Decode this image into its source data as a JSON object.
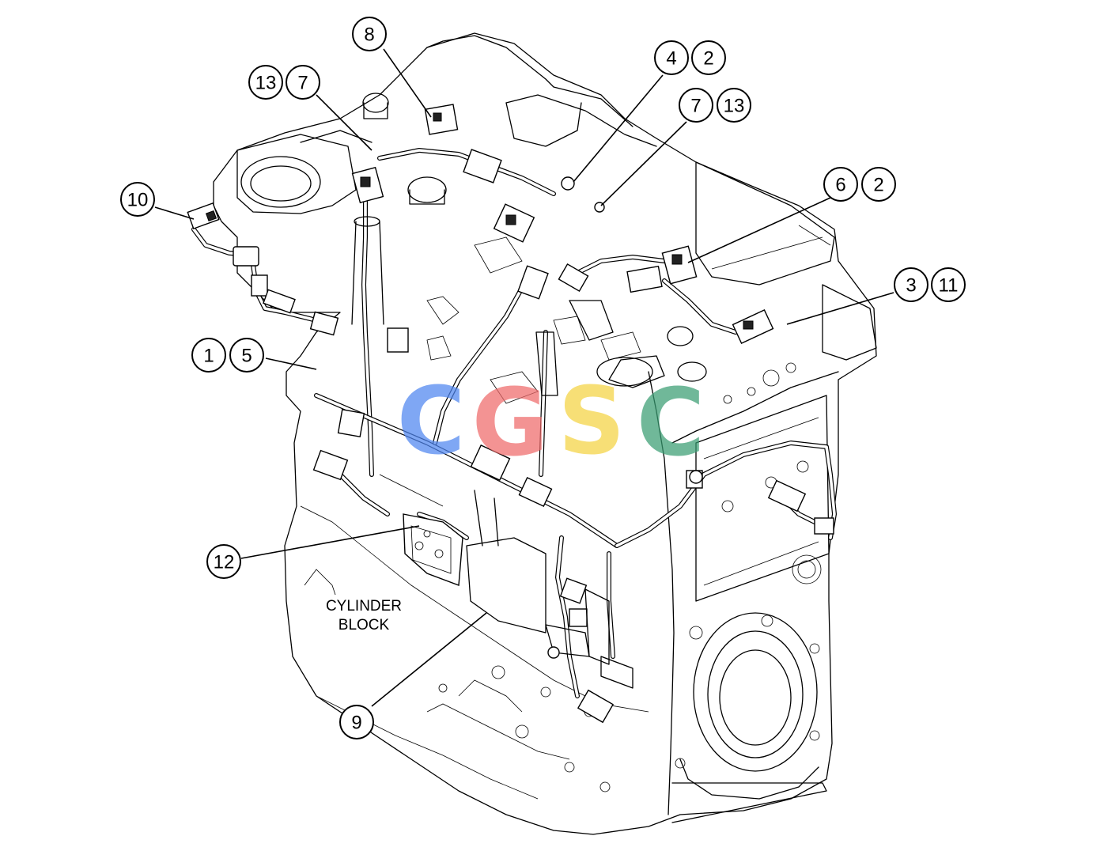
{
  "figure": {
    "labels": {
      "cylinder_block": [
        "CYLINDER",
        "BLOCK"
      ]
    },
    "callouts": [
      {
        "id": "c8",
        "numbers": [
          "8"
        ]
      },
      {
        "id": "c13-7",
        "numbers": [
          "13",
          "7"
        ]
      },
      {
        "id": "c4-2",
        "numbers": [
          "4",
          "2"
        ]
      },
      {
        "id": "c7-13",
        "numbers": [
          "7",
          "13"
        ]
      },
      {
        "id": "c10",
        "numbers": [
          "10"
        ]
      },
      {
        "id": "c6-2",
        "numbers": [
          "6",
          "2"
        ]
      },
      {
        "id": "c3-11",
        "numbers": [
          "3",
          "11"
        ]
      },
      {
        "id": "c1-5",
        "numbers": [
          "1",
          "5"
        ]
      },
      {
        "id": "c12",
        "numbers": [
          "12"
        ]
      },
      {
        "id": "c9",
        "numbers": [
          "9"
        ]
      }
    ],
    "watermark": {
      "letters": [
        {
          "char": "C",
          "color": "#4f86f0"
        },
        {
          "char": "G",
          "color": "#ef6a6a"
        },
        {
          "char": "S",
          "color": "#f5d442"
        },
        {
          "char": "C",
          "color": "#3a9e73"
        }
      ]
    }
  }
}
